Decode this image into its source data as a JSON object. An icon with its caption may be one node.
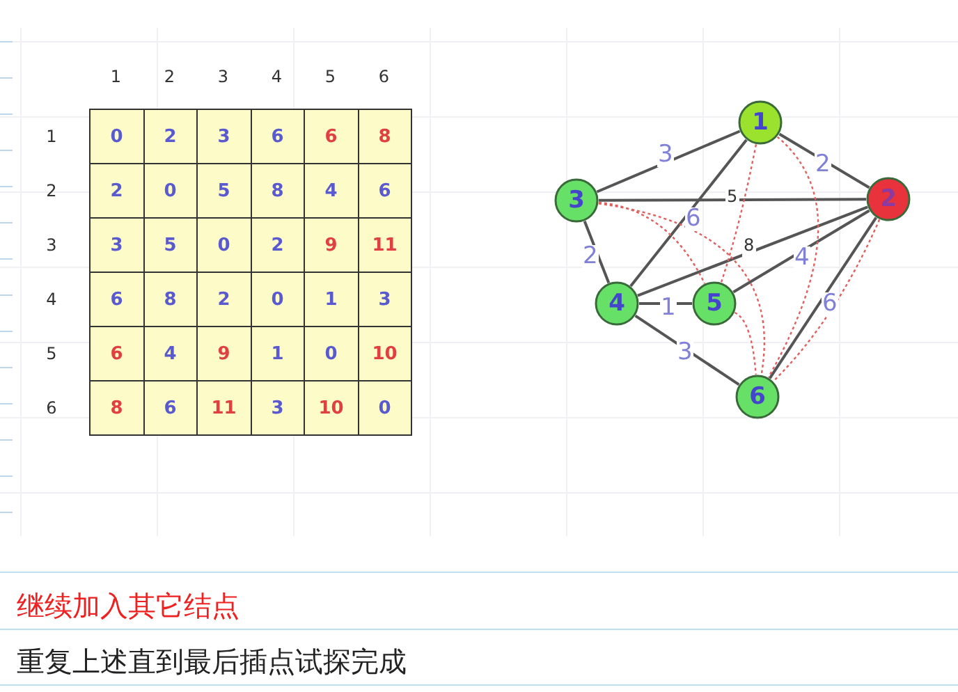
{
  "diagram": {
    "nodes": [
      {
        "text": [
          "1"
        ]
      },
      {
        "text": [
          "2"
        ]
      },
      {
        "text": [
          "3"
        ]
      },
      {
        "text": [
          "4"
        ]
      },
      {
        "text": [
          "5"
        ]
      },
      {
        "text": [
          "6"
        ]
      }
    ],
    "edges": [
      {
        "from": 0,
        "to": 2,
        "arrow": "none",
        "label": "3"
      },
      {
        "from": 0,
        "to": 1,
        "arrow": "none",
        "label": "2"
      },
      {
        "from": 2,
        "to": 1,
        "arrow": "none",
        "label": "5"
      },
      {
        "from": 0,
        "to": 3,
        "arrow": "none",
        "label": "6"
      },
      {
        "from": 3,
        "to": 1,
        "arrow": "none",
        "label": "8"
      },
      {
        "from": 4,
        "to": 1,
        "arrow": "none",
        "label": "4"
      },
      {
        "from": 2,
        "to": 3,
        "arrow": "none",
        "label": "2"
      },
      {
        "from": 3,
        "to": 4,
        "arrow": "none",
        "label": "1"
      },
      {
        "from": 3,
        "to": 5,
        "arrow": "none",
        "label": "3"
      },
      {
        "from": 1,
        "to": 5,
        "arrow": "none",
        "label": "6"
      },
      {
        "from": 2,
        "to": 4,
        "arrow": "none",
        "style": "dashed",
        "color": "#e06060"
      },
      {
        "from": 2,
        "to": 5,
        "arrow": "none",
        "style": "dashed",
        "color": "#e06060"
      },
      {
        "from": 0,
        "to": 4,
        "arrow": "none",
        "style": "dashed",
        "color": "#e06060"
      },
      {
        "from": 0,
        "to": 5,
        "arrow": "none",
        "style": "dashed",
        "color": "#e06060"
      },
      {
        "from": 4,
        "to": 5,
        "arrow": "none",
        "style": "dashed",
        "color": "#e06060"
      },
      {
        "from": 1,
        "to": 5,
        "arrow": "none",
        "style": "dashed",
        "color": "#e06060"
      }
    ],
    "labels": [
      "1",
      "2",
      "3",
      "4",
      "5",
      "6",
      "1",
      "0",
      "2",
      "3",
      "6",
      "6",
      "8",
      "2",
      "2",
      "0",
      "5",
      "8",
      "4",
      "6",
      "3",
      "3",
      "5",
      "0",
      "2",
      "9",
      "11",
      "4",
      "6",
      "8",
      "2",
      "0",
      "1",
      "3",
      "5",
      "6",
      "4",
      "9",
      "1",
      "0",
      "10",
      "6",
      "8",
      "6",
      "11",
      "3",
      "10",
      "0",
      "继续加入其它结点",
      "重复上述直到最后插点试探完成"
    ]
  }
}
